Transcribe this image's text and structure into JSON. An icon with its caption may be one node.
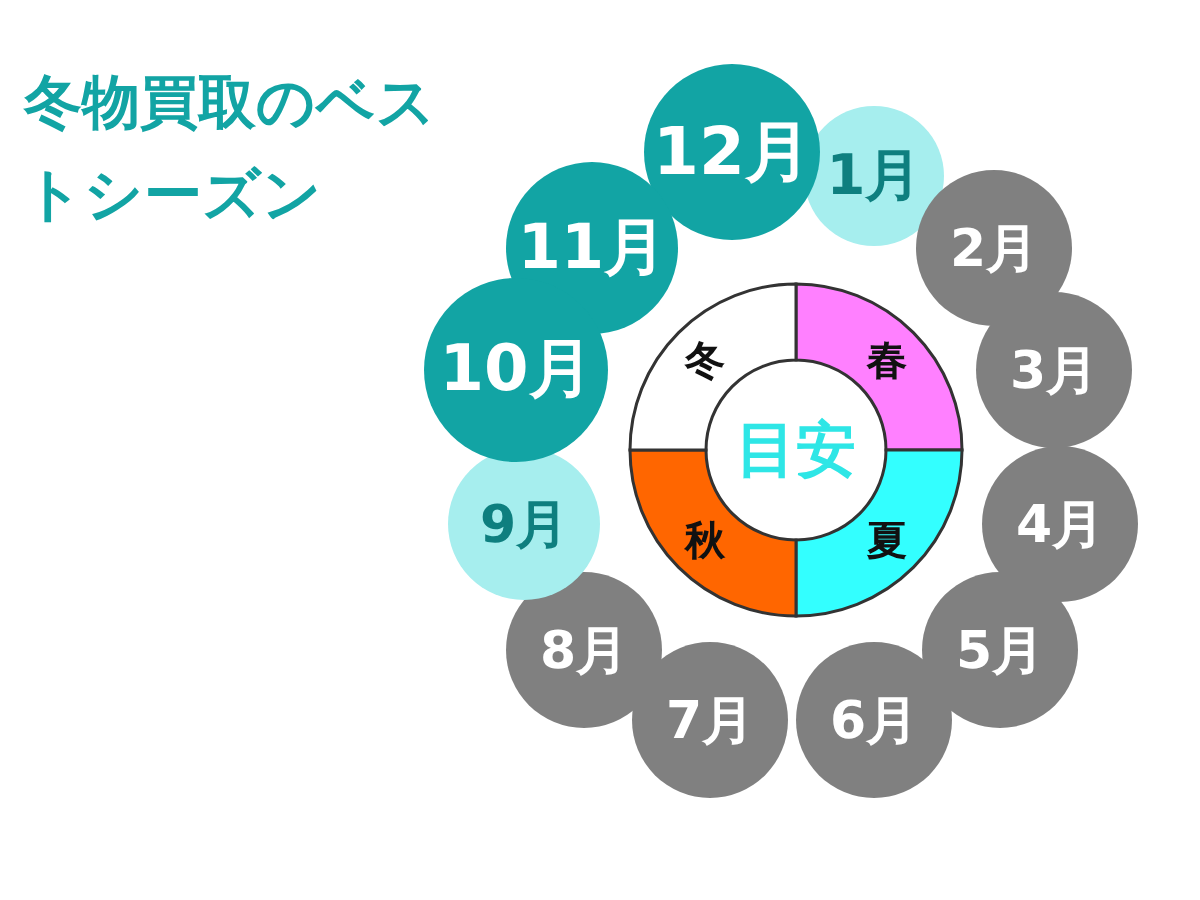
{
  "diagram": {
    "title": "冬物買取のベストシーズン",
    "nodes": [
      {
        "text": [
          "1月"
        ]
      },
      {
        "text": [
          "2月"
        ]
      },
      {
        "text": [
          "3月"
        ]
      },
      {
        "text": [
          "4月"
        ]
      },
      {
        "text": [
          "5月"
        ]
      },
      {
        "text": [
          "6月"
        ]
      },
      {
        "text": [
          "7月"
        ]
      },
      {
        "text": [
          "8月"
        ]
      },
      {
        "text": [
          "9月"
        ]
      },
      {
        "text": [
          "10月"
        ]
      },
      {
        "text": [
          "11月"
        ]
      },
      {
        "text": [
          "12月"
        ]
      },
      {
        "text": [
          "春"
        ]
      },
      {
        "text": [
          "夏"
        ]
      },
      {
        "text": [
          "秋"
        ]
      },
      {
        "text": [
          "冬"
        ]
      },
      {
        "text": [
          "目安"
        ]
      }
    ],
    "edges": []
  }
}
